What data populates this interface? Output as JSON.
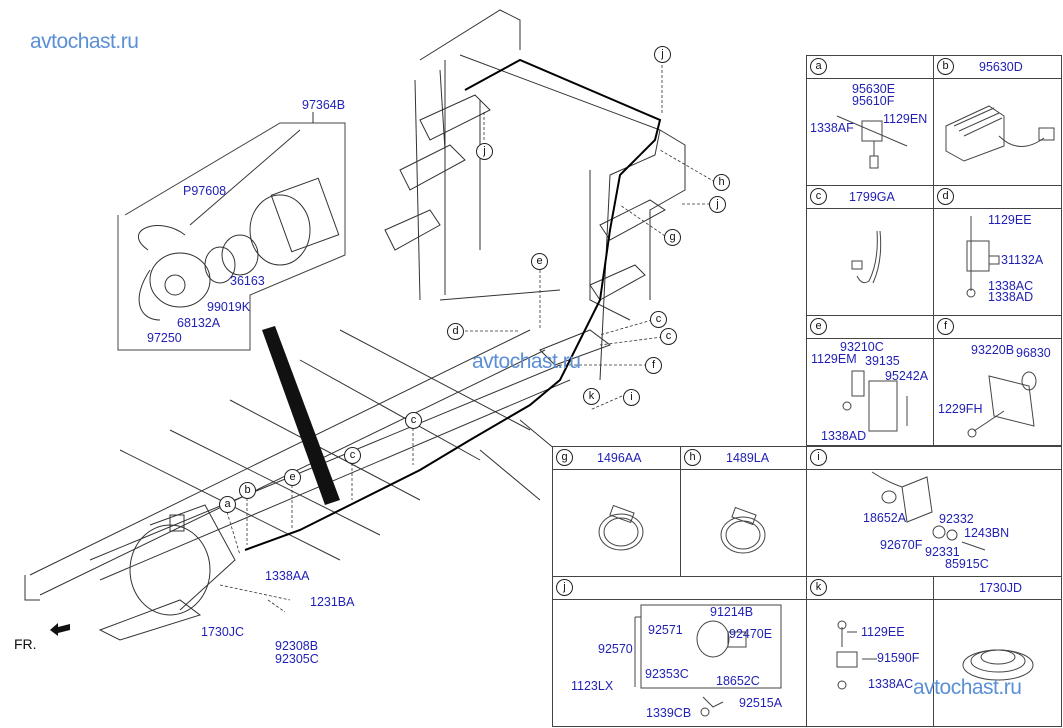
{
  "watermarks": {
    "top_left": "avtochast.ru",
    "center": "avtochast.ru",
    "bottom_right": "avtochast.ru"
  },
  "direction_label": "FR.",
  "main_diagram": {
    "callouts": {
      "a": "a",
      "b": "b",
      "c": "c",
      "d": "d",
      "e": "e",
      "f": "f",
      "g": "g",
      "h": "h",
      "i": "i",
      "j": "j",
      "k": "k"
    },
    "part_labels": {
      "assembly": "97364B",
      "p97608": "P97608",
      "p36163": "36163",
      "p99019k": "99019K",
      "p68132a": "68132A",
      "p97250": "97250",
      "p1338aa": "1338AA",
      "p1231ba": "1231BA",
      "p1730jc": "1730JC",
      "p92308b": "92308B",
      "p92305c": "92305C"
    }
  },
  "panels": {
    "a": {
      "letter": "a",
      "code": "",
      "labels": [
        "95630E",
        "95610F",
        "1338AF",
        "1129EN"
      ]
    },
    "b": {
      "letter": "b",
      "code": "95630D",
      "labels": []
    },
    "c": {
      "letter": "c",
      "code": "1799GA",
      "labels": []
    },
    "d": {
      "letter": "d",
      "code": "",
      "labels": [
        "1129EE",
        "31132A",
        "1338AC",
        "1338AD"
      ]
    },
    "e": {
      "letter": "e",
      "code": "",
      "labels": [
        "93210C",
        "1129EM",
        "39135",
        "95242A",
        "1338AD"
      ]
    },
    "f": {
      "letter": "f",
      "code": "",
      "labels": [
        "93220B",
        "96830",
        "1229FH"
      ]
    },
    "g": {
      "letter": "g",
      "code": "1496AA",
      "labels": []
    },
    "h": {
      "letter": "h",
      "code": "1489LA",
      "labels": []
    },
    "i": {
      "letter": "i",
      "code": "",
      "labels": [
        "18652A",
        "92332",
        "1243BN",
        "92670F",
        "92331",
        "85915C"
      ]
    },
    "j": {
      "letter": "j",
      "code": "",
      "labels": [
        "91214B",
        "92571",
        "92470E",
        "92570",
        "92353C",
        "18652C",
        "1123LX",
        "92515A",
        "1339CB"
      ]
    },
    "k": {
      "letter": "k",
      "code": "",
      "labels": [
        "1129EE",
        "91590F",
        "1338AC"
      ]
    },
    "l": {
      "letter": "",
      "code": "1730JD",
      "labels": []
    }
  }
}
